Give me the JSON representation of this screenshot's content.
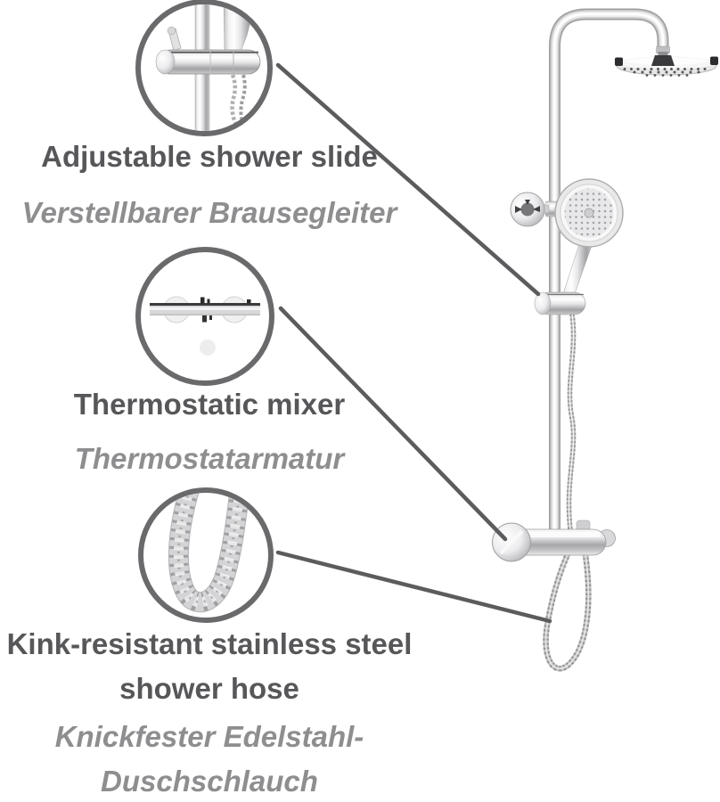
{
  "image": {
    "type": "annotated-product-illustration",
    "subject": "thermostatic shower system with rain head and hand shower"
  },
  "callouts": [
    {
      "name": "shower-slide",
      "en_lines": [
        "Adjustable shower slide"
      ],
      "de_lines": [
        "Verstellbarer Brausegleiter"
      ]
    },
    {
      "name": "thermostatic-mixer",
      "en_lines": [
        "Thermostatic mixer"
      ],
      "de_lines": [
        "Thermostatarmatur"
      ]
    },
    {
      "name": "shower-hose",
      "en_lines": [
        "Kink-resistant stainless steel",
        "shower hose"
      ],
      "de_lines": [
        "Knickfester Edelstahl-",
        "Duschschlauch"
      ]
    }
  ],
  "colors": {
    "background": "#ffffff",
    "heading_text": "#57575a",
    "subheading_text": "#8e8e90",
    "callout_ring": "#6a6a6c",
    "leader_line": "#5c5c5e",
    "chrome_dark": "#a2a2a4",
    "chrome_light": "#ffffff"
  }
}
